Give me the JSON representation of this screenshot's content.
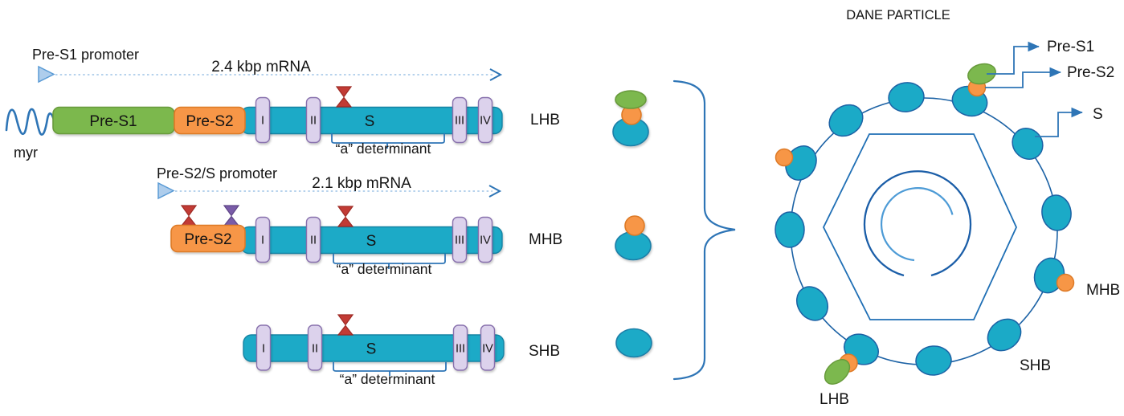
{
  "palette": {
    "teal": "#1BAAC7",
    "teal_border": "#1283A3",
    "green": "#7CB84E",
    "green_border": "#679A3B",
    "orange": "#F79646",
    "orange_border": "#DD7A27",
    "lavender": "#DCD2EC",
    "lavender_border": "#8871AD",
    "red_marker": "#C23B35",
    "violet_marker": "#7A5CA8",
    "line_blue": "#2E75B6",
    "dashed_blue": "#9DC3E6",
    "dark_blue": "#1C62A5"
  },
  "constructs": [
    {
      "label": "LHB",
      "promoter": "Pre-S1 promoter",
      "mrna": "2.4 kbp mRNA",
      "myr": "myr",
      "domain_pre_s1": "Pre-S1",
      "domain_pre_s2": "Pre-S2",
      "domain_s": "S",
      "tm": [
        "I",
        "II",
        "III",
        "IV"
      ],
      "a_determinant": "“a” determinant"
    },
    {
      "label": "MHB",
      "promoter": "Pre-S2/S promoter",
      "mrna": "2.1 kbp mRNA",
      "domain_pre_s2": "Pre-S2",
      "domain_s": "S",
      "tm": [
        "I",
        "II",
        "III",
        "IV"
      ],
      "a_determinant": "“a” determinant"
    },
    {
      "label": "SHB",
      "domain_s": "S",
      "tm": [
        "I",
        "II",
        "III",
        "IV"
      ],
      "a_determinant": "“a” determinant"
    }
  ],
  "particle": {
    "title": "DANE PARTICLE",
    "callouts": {
      "pre_s1": "Pre-S1",
      "pre_s2": "Pre-S2",
      "s": "S"
    },
    "protein_labels": {
      "mhb": "MHB",
      "shb": "SHB",
      "lhb": "LHB"
    }
  }
}
